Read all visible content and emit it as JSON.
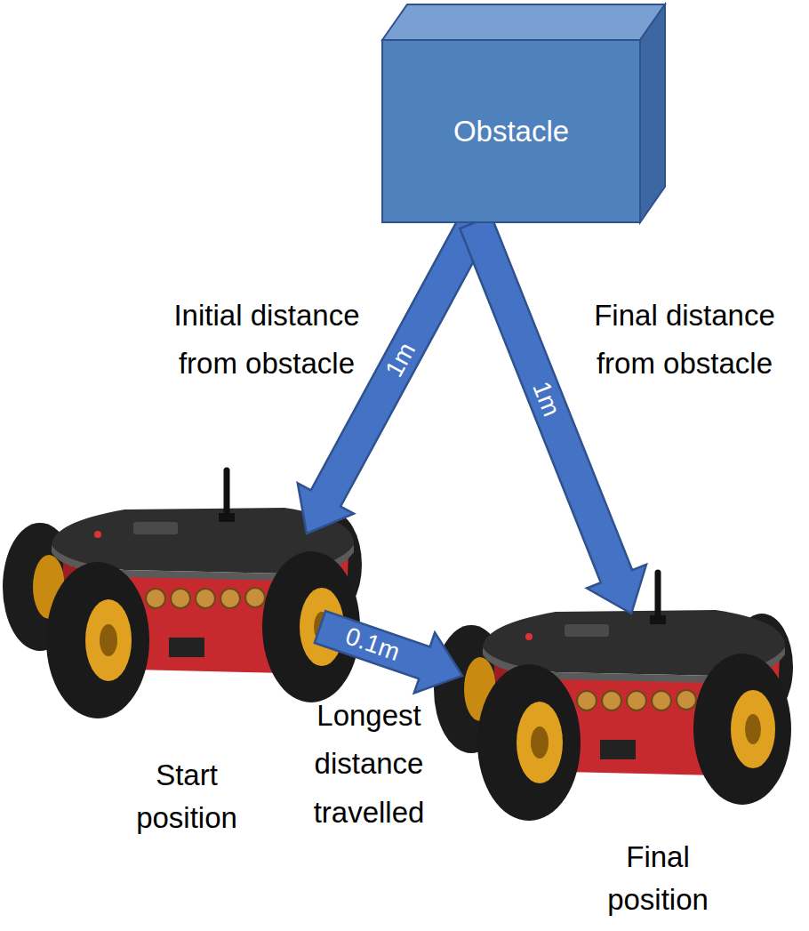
{
  "diagram": {
    "nodes": [
      {
        "text": [
          "Obstacle"
        ]
      },
      {
        "text": [
          "Start position"
        ]
      },
      {
        "text": [
          "Final position"
        ]
      }
    ],
    "edges": [
      {
        "from": 0,
        "to": 1,
        "arrow": "to",
        "label": "1m"
      },
      {
        "from": 0,
        "to": 2,
        "arrow": "to",
        "label": "1m"
      },
      {
        "from": 1,
        "to": 2,
        "arrow": "to",
        "label": "0.1m"
      }
    ],
    "labels": [
      "Initial distance from obstacle",
      "Final distance from obstacle",
      "Longest distance travelled"
    ]
  }
}
